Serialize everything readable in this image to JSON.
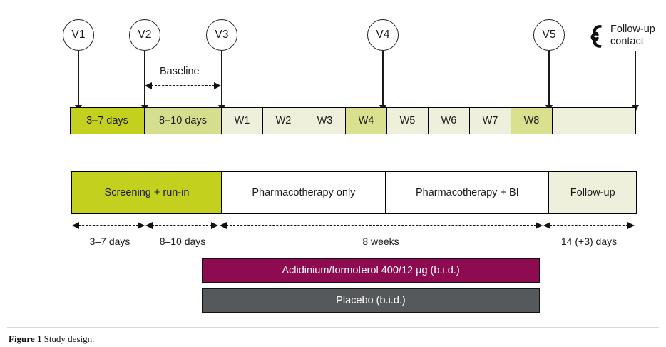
{
  "figure": {
    "caption_label": "Figure 1",
    "caption_text": "Study design."
  },
  "colors": {
    "screening_dark_olive": "#c3d11e",
    "runin_olive": "#d5de8c",
    "week_pale": "#eef0dc",
    "week_highlight": "#dbe08f",
    "followup_pale": "#eef0dc",
    "active_drug_magenta": "#8e0b52",
    "placebo_gray": "#55595b",
    "stroke": "#000000"
  },
  "visits": [
    {
      "id": "v1",
      "label": "V1"
    },
    {
      "id": "v2",
      "label": "V2"
    },
    {
      "id": "v3",
      "label": "V3"
    },
    {
      "id": "v4",
      "label": "V4"
    },
    {
      "id": "v5",
      "label": "V5"
    }
  ],
  "baseline": {
    "label": "Baseline",
    "from_visit": "V2",
    "to_visit": "V3"
  },
  "followup_contact": {
    "icon": "telephone-icon",
    "line1": "Follow-up",
    "line2": "contact"
  },
  "timeline": {
    "cells": [
      {
        "label": "3–7 days",
        "shade": "screening"
      },
      {
        "label": "8–10 days",
        "shade": "runin"
      },
      {
        "label": "W1",
        "shade": "pale"
      },
      {
        "label": "W2",
        "shade": "pale"
      },
      {
        "label": "W3",
        "shade": "pale"
      },
      {
        "label": "W4",
        "shade": "highlight"
      },
      {
        "label": "W5",
        "shade": "pale"
      },
      {
        "label": "W6",
        "shade": "pale"
      },
      {
        "label": "W7",
        "shade": "pale"
      },
      {
        "label": "W8",
        "shade": "highlight"
      },
      {
        "label": "",
        "shade": "pale"
      }
    ]
  },
  "phases": [
    {
      "label": "Screening + run-in",
      "fill": "screening"
    },
    {
      "label": "Pharmacotherapy only",
      "fill": "white"
    },
    {
      "label": "Pharmacotherapy + BI",
      "fill": "white"
    },
    {
      "label": "Follow-up",
      "fill": "pale"
    }
  ],
  "durations": [
    {
      "label": "3–7 days"
    },
    {
      "label": "8–10 days"
    },
    {
      "label": "8 weeks"
    },
    {
      "label": "14 (+3) days"
    }
  ],
  "treatments": [
    {
      "label": "Aclidinium/formoterol 400/12 µg (b.i.d.)",
      "fill": "magenta"
    },
    {
      "label": "Placebo (b.i.d.)",
      "fill": "gray"
    }
  ]
}
